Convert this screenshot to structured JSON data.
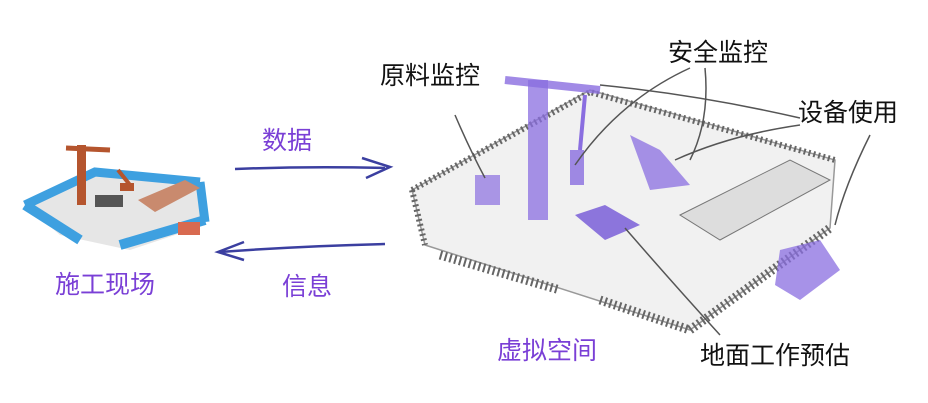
{
  "colors": {
    "accent": "#7a3fd6",
    "arrow": "#3b3fa0",
    "fence": "#3ea0e0",
    "crane": "#b5552e",
    "virtual": "#8a6ee0"
  },
  "left": {
    "label": "施工现场"
  },
  "flow": {
    "data_label": "数据",
    "info_label": "信息"
  },
  "right": {
    "label": "虚拟空间",
    "callouts": {
      "materials": "原料监控",
      "safety": "安全监控",
      "equipment": "设备使用",
      "ground": "地面工作预估"
    }
  }
}
